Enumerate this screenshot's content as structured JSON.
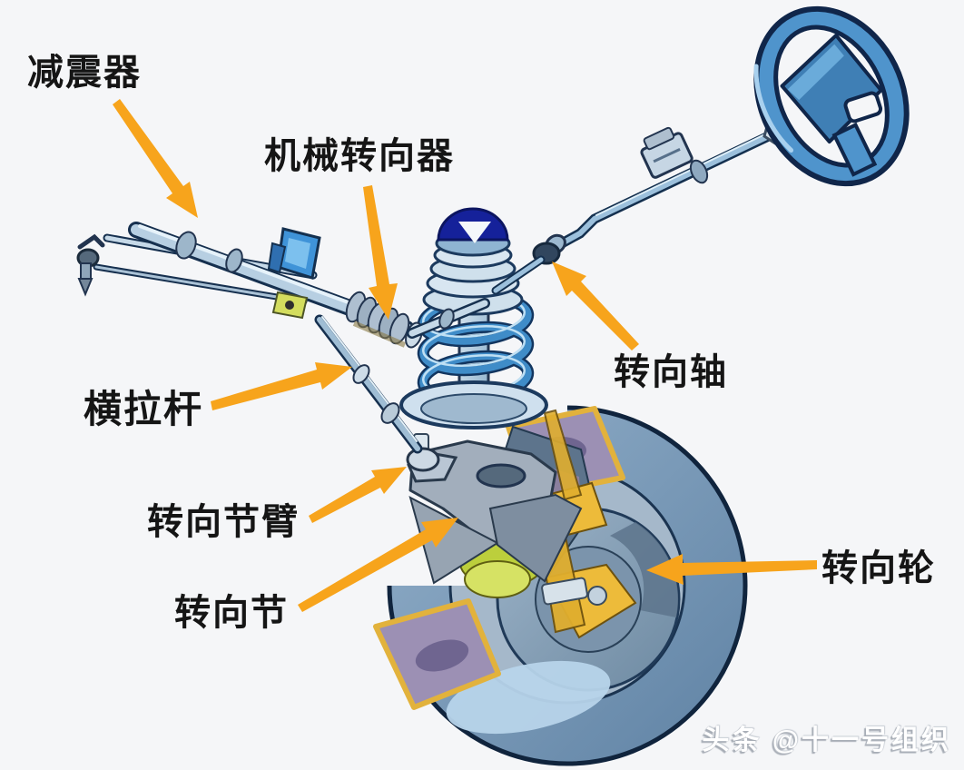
{
  "colors": {
    "background": "#f5f6f8",
    "arrow_orange": "#f7a41c",
    "label_text": "#151515",
    "steel_blue": "#4f94cc",
    "dark_outline": "#14304f",
    "spring_blue": "#3c86c8",
    "cap_navy": "#15219a",
    "tire_blue_gray": "#7e9cb8",
    "cut_face_purple": "#9c90b4",
    "cut_edge_gold": "#e2b23c",
    "cv_boot_green": "#ccd84c",
    "knuckle_gray": "#a2aebc",
    "watermark_shadow": "#a7adb6"
  },
  "diagram": {
    "labels": [
      {
        "id": "shock-absorber",
        "text": "减震器"
      },
      {
        "id": "mechanical-steering-gear",
        "text": "机械转向器"
      },
      {
        "id": "tie-rod",
        "text": "横拉杆"
      },
      {
        "id": "steering-knuckle-arm",
        "text": "转向节臂"
      },
      {
        "id": "steering-knuckle",
        "text": "转向节"
      },
      {
        "id": "steering-shaft",
        "text": "转向轴"
      },
      {
        "id": "steering-road-wheel",
        "text": "转向轮"
      }
    ],
    "watermark": "头条 @十一号组织"
  }
}
